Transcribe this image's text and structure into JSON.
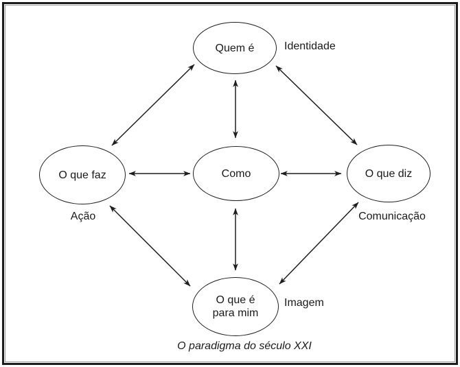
{
  "frame": {
    "outer_border_color": "#1b1b1b",
    "inner_line_color": "#9b9b9b",
    "background": "#ffffff"
  },
  "diagram": {
    "caption": "O paradigma do século XXI",
    "nodes": {
      "top": {
        "label": "Quem é",
        "tag": "Identidade"
      },
      "left": {
        "label": "O que faz",
        "tag": "Ação"
      },
      "center": {
        "label": "Como",
        "tag": ""
      },
      "right": {
        "label": "O que diz",
        "tag": "Comunicação"
      },
      "bottom": {
        "label": "O que é para mim",
        "lines": [
          "O que é",
          "para mim"
        ],
        "tag": "Imagem"
      }
    },
    "edges": [
      "Quem é (Identidade) ↔ O que faz (Ação)",
      "Quem é (Identidade) ↔ Como",
      "Quem é (Identidade) ↔ O que diz (Comunicação)",
      "O que faz (Ação) ↔ Como",
      "Como ↔ O que diz (Comunicação)",
      "O que faz (Ação) ↔ O que é para mim (Imagem)",
      "Como ↔ O que é para mim (Imagem)",
      "O que diz (Comunicação) ↔ O que é para mim (Imagem)"
    ],
    "colors": {
      "stroke": "#1e1e1e",
      "text": "#1a1a1a"
    }
  }
}
